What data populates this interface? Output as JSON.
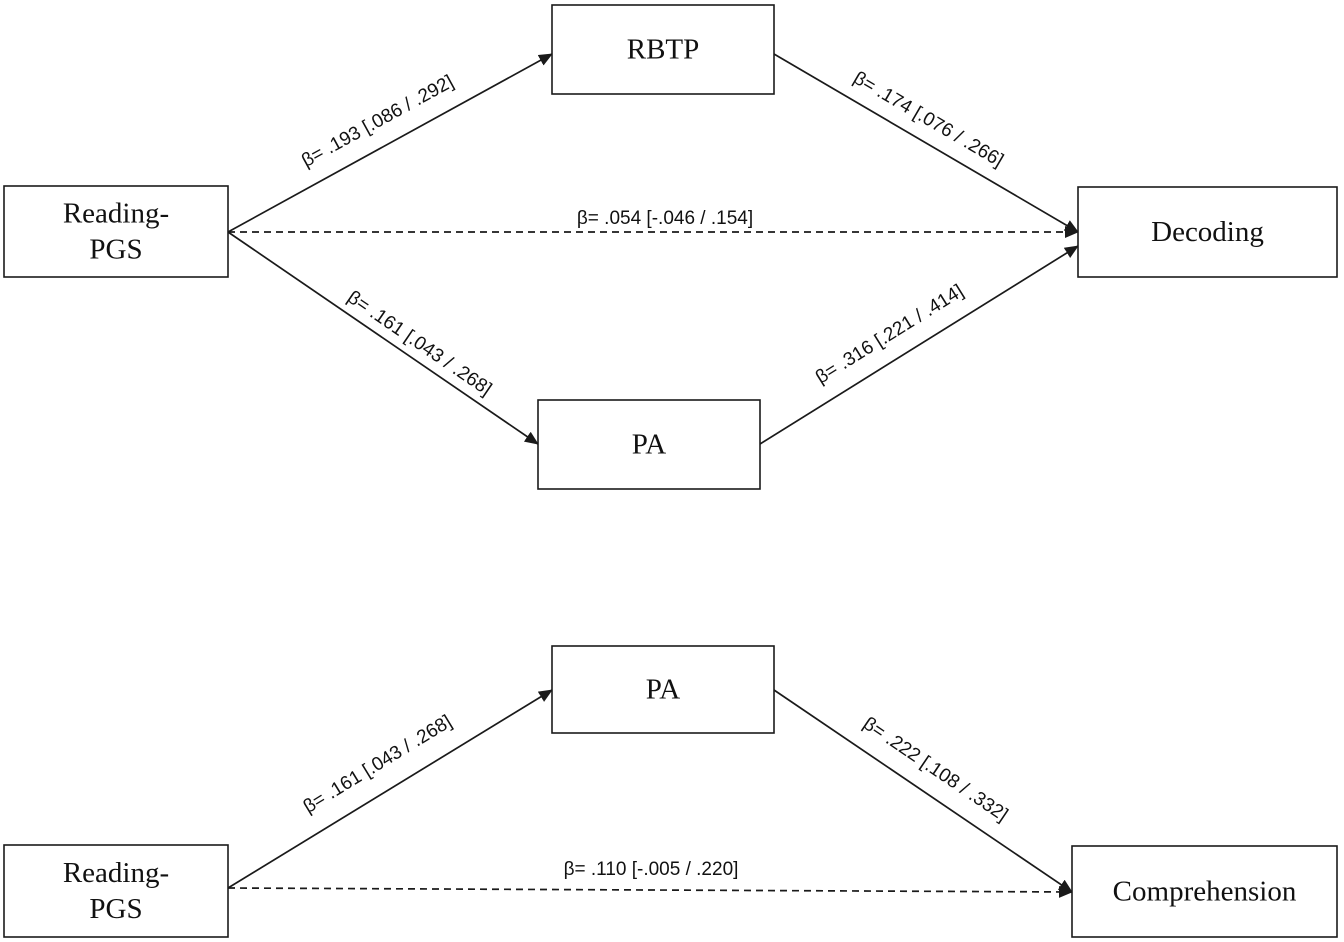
{
  "diagrams": [
    {
      "id": "decoding-model",
      "nodes": {
        "pgs": {
          "lines": [
            "Reading-",
            "PGS"
          ]
        },
        "rbtp": {
          "lines": [
            "RBTP"
          ]
        },
        "pa": {
          "lines": [
            "PA"
          ]
        },
        "decoding": {
          "lines": [
            "Decoding"
          ]
        }
      },
      "edges": [
        {
          "from": "pgs",
          "to": "rbtp",
          "label": "β= .193 [.086 / .292]",
          "style": "solid"
        },
        {
          "from": "rbtp",
          "to": "decoding",
          "label": "β= .174 [.076 / .266]",
          "style": "solid"
        },
        {
          "from": "pgs",
          "to": "decoding",
          "label": "β= .054 [-.046 / .154]",
          "style": "dashed"
        },
        {
          "from": "pgs",
          "to": "pa",
          "label": "β= .161 [.043 / .268]",
          "style": "solid"
        },
        {
          "from": "pa",
          "to": "decoding",
          "label": "β= .316 [.221 / .414]",
          "style": "solid"
        }
      ]
    },
    {
      "id": "comprehension-model",
      "nodes": {
        "pgs": {
          "lines": [
            "Reading-",
            "PGS"
          ]
        },
        "pa": {
          "lines": [
            "PA"
          ]
        },
        "comprehension": {
          "lines": [
            "Comprehension"
          ]
        }
      },
      "edges": [
        {
          "from": "pgs",
          "to": "pa",
          "label": "β= .161 [.043 / .268]",
          "style": "solid"
        },
        {
          "from": "pa",
          "to": "comprehension",
          "label": "β= .222 [.108 / .332]",
          "style": "solid"
        },
        {
          "from": "pgs",
          "to": "comprehension",
          "label": "β= .110 [-.005 / .220]",
          "style": "dashed"
        }
      ]
    }
  ],
  "colors": {
    "stroke": "#1a1a1a",
    "text": "#111111",
    "background": "#ffffff"
  }
}
